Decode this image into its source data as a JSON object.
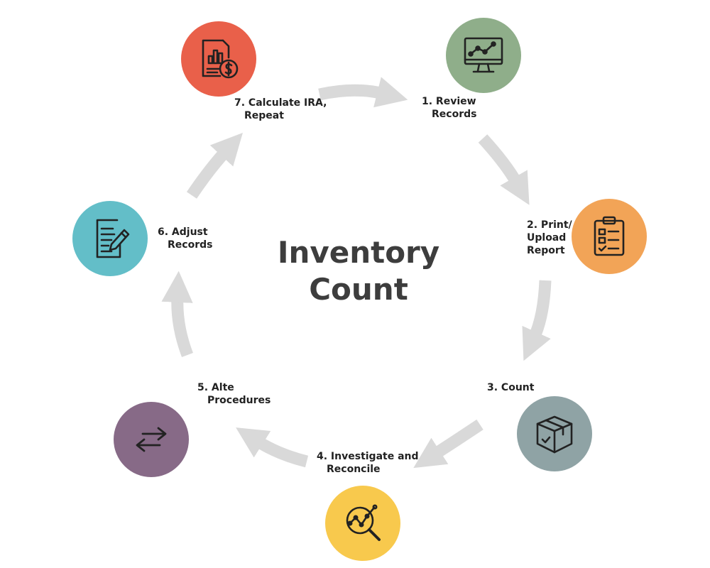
{
  "title": {
    "line1": "Inventory",
    "line2": "Count"
  },
  "steps": [
    {
      "label_line1": "1. Review",
      "label_line2": "Records",
      "color": "#8fae8a",
      "icon": "monitor-chart-icon"
    },
    {
      "label_line1": "2. Print/",
      "label_line2": "Upload",
      "label_line3": "Report",
      "color": "#f2a457",
      "icon": "clipboard-checklist-icon"
    },
    {
      "label_line1": "3. Count",
      "color": "#8fa3a5",
      "icon": "box-check-icon"
    },
    {
      "label_line1": "4. Investigate and",
      "label_line2": "Reconcile",
      "color": "#f8c94d",
      "icon": "magnifier-chart-icon"
    },
    {
      "label_line1": "5. Alte",
      "label_line2": "Procedures",
      "color": "#876a87",
      "icon": "exchange-arrows-icon"
    },
    {
      "label_line1": "6. Adjust",
      "label_line2": "Records",
      "color": "#63bec8",
      "icon": "document-pen-icon"
    },
    {
      "label_line1": "7. Calculate IRA,",
      "label_line2": "Repeat",
      "color": "#e9604a",
      "icon": "report-dollar-icon"
    }
  ],
  "arrow_color": "#d9d9d9"
}
